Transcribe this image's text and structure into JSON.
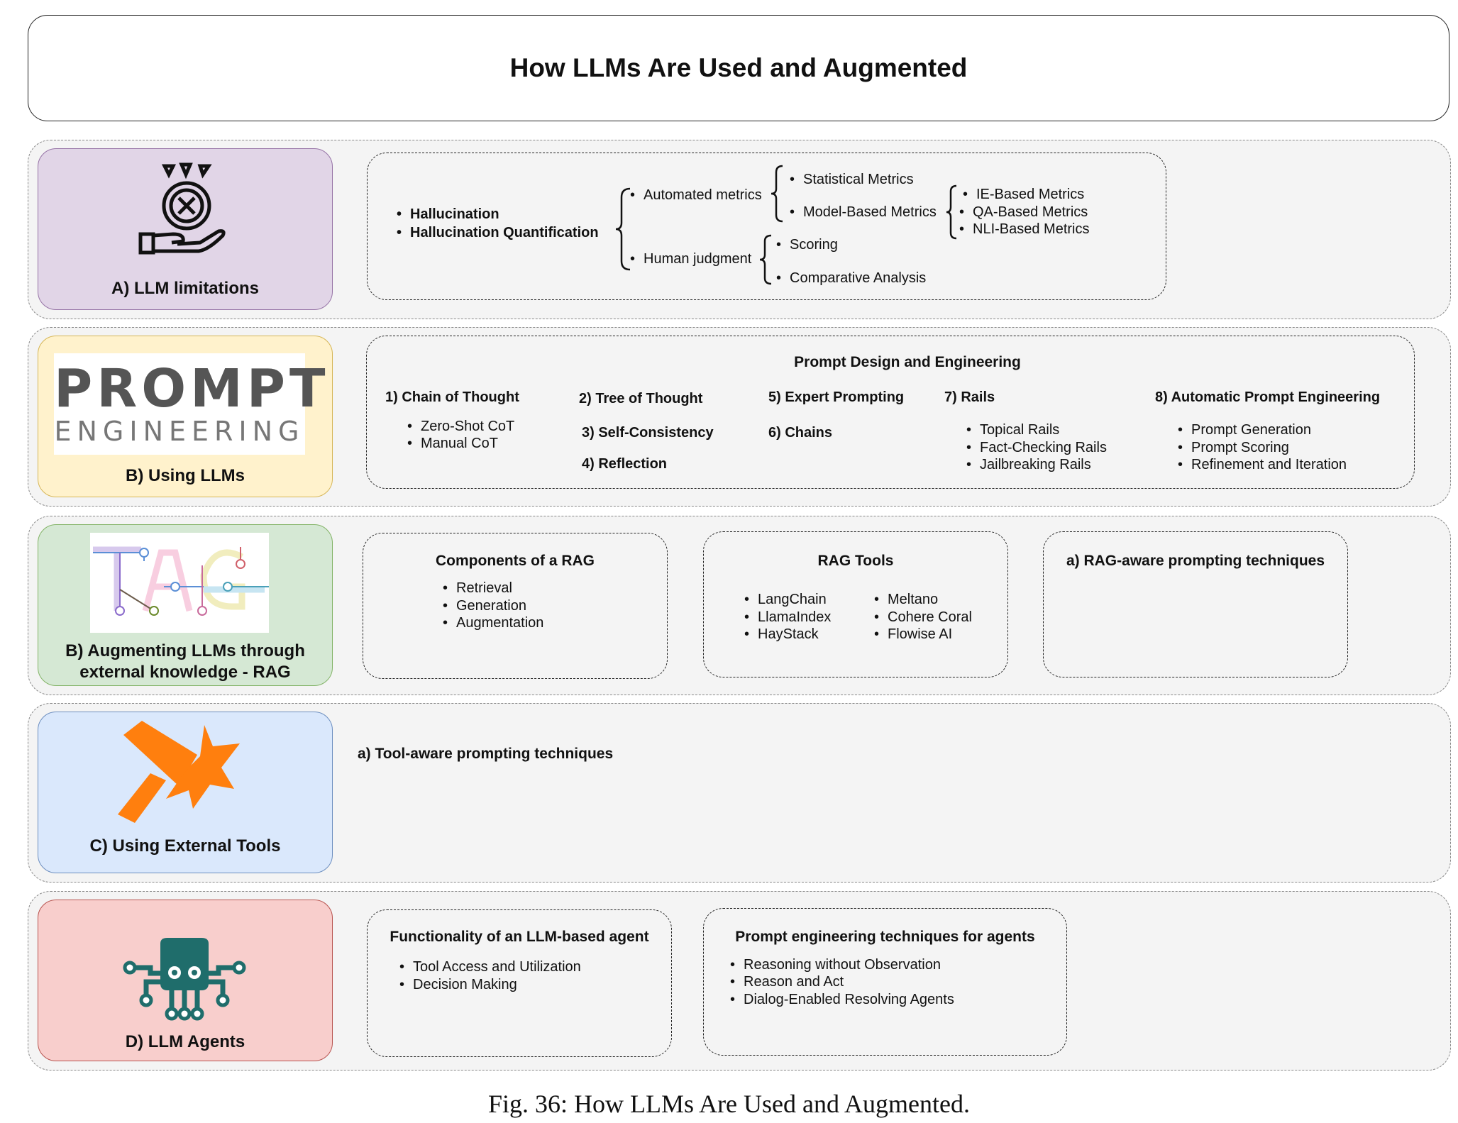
{
  "title": "How LLMs Are Used and Augmented",
  "caption": "Fig. 36: How LLMs Are Used and Augmented.",
  "colors": {
    "limitations": "#e1d5e7",
    "using": "#fff2cc",
    "rag": "#d5e8d4",
    "tools": "#dae8fc",
    "agents": "#f8cecc",
    "band": "#f4f4f4",
    "teal": "#1f6d6b",
    "orange": "#ff7f0e"
  },
  "limitations": {
    "label": "A) LLM limitations",
    "items": [
      "Hallucination",
      "Hallucination Quantification"
    ],
    "automated": "Automated metrics",
    "human": "Human judgment",
    "statistical": "Statistical Metrics",
    "model_based": "Model-Based Metrics",
    "ie": "IE-Based Metrics",
    "qa": "QA-Based Metrics",
    "nli": "NLI-Based Metrics",
    "scoring": "Scoring",
    "comparative": "Comparative Analysis"
  },
  "using": {
    "label": "B) Using LLMs",
    "logo_top": "PROMPT",
    "logo_bottom": "ENGINEERING",
    "heading": "Prompt Design and Engineering",
    "cot": "1) Chain of Thought",
    "cot_items": [
      "Zero-Shot CoT",
      "Manual CoT"
    ],
    "tot": "2) Tree of Thought",
    "self_consistency": "3) Self-Consistency",
    "reflection": "4) Reflection",
    "expert": "5) Expert Prompting",
    "chains": "6) Chains",
    "rails": "7) Rails",
    "rails_items": [
      "Topical Rails",
      "Fact-Checking Rails",
      "Jailbreaking Rails"
    ],
    "ape": "8) Automatic Prompt Engineering",
    "ape_items": [
      "Prompt Generation",
      "Prompt Scoring",
      "Refinement and Iteration"
    ]
  },
  "rag": {
    "label_line1": "B) Augmenting LLMs through",
    "label_line2": "external knowledge - RAG",
    "components_title": "Components of a RAG",
    "components": [
      "Retrieval",
      "Generation",
      "Augmentation"
    ],
    "tools_title": "RAG Tools",
    "tools_left": [
      "LangChain",
      "LlamaIndex",
      "HayStack"
    ],
    "tools_right": [
      "Meltano",
      "Cohere Coral",
      "Flowise AI"
    ],
    "prompting_title": "a) RAG-aware prompting techniques"
  },
  "tools": {
    "label": "C) Using External Tools",
    "prompting_title": "a) Tool-aware prompting techniques"
  },
  "agents": {
    "label": "D) LLM Agents",
    "functionality_title": "Functionality of an LLM-based agent",
    "functionality": [
      "Tool Access and Utilization",
      "Decision Making"
    ],
    "techniques_title": "Prompt engineering techniques for agents",
    "techniques": [
      "Reasoning without Observation",
      "Reason and Act",
      "Dialog-Enabled Resolving Agents"
    ]
  }
}
